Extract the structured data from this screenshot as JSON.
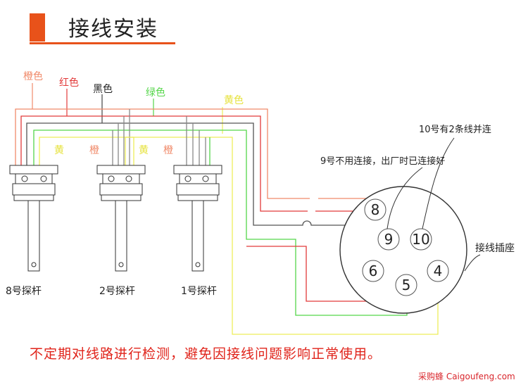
{
  "title": "接线安装",
  "wires": {
    "orange": "橙色",
    "red": "红色",
    "black": "黑色",
    "green": "绿色",
    "yellow": "黄色"
  },
  "probe_labels": {
    "yellow1": "黄",
    "orange1": "橙",
    "yellow2": "黄",
    "orange2": "橙"
  },
  "probes": [
    "8号探杆",
    "2号探杆",
    "1号探杆"
  ],
  "socket": {
    "label": "接线插座",
    "note_pin10": "10号有2条线并连",
    "note_pin9": "9号不用连接，出厂时已连接好",
    "pins": [
      "8",
      "9",
      "10",
      "6",
      "5",
      "4"
    ]
  },
  "warning": "不定期对线路进行检测，避免因接线问题影响正常使用。",
  "watermark": "采购蜂 Caigoufeng.com",
  "colors": {
    "accent": "#e8521a",
    "orange_wire": "#f08a6a",
    "red_wire": "#e23a3a",
    "black_wire": "#444444",
    "green_wire": "#55d64a",
    "yellow_wire": "#eded5a",
    "warning_text": "#e0231a"
  }
}
